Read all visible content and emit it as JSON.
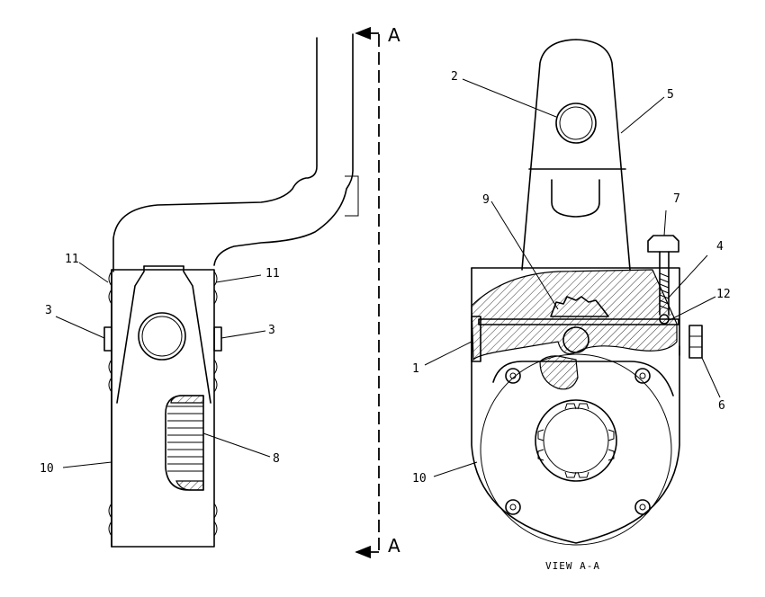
{
  "section_marker": {
    "top_letter": "A",
    "bottom_letter": "A"
  },
  "view_caption": "VIEW A-A",
  "callouts": {
    "c1": "1",
    "c2": "2",
    "c3_left": "3",
    "c3_right": "3",
    "c4": "4",
    "c5": "5",
    "c6": "6",
    "c7": "7",
    "c8": "8",
    "c9": "9",
    "c10_left": "10",
    "c10_right": "10",
    "c11_left": "11",
    "c11_right": "11",
    "c12": "12"
  }
}
